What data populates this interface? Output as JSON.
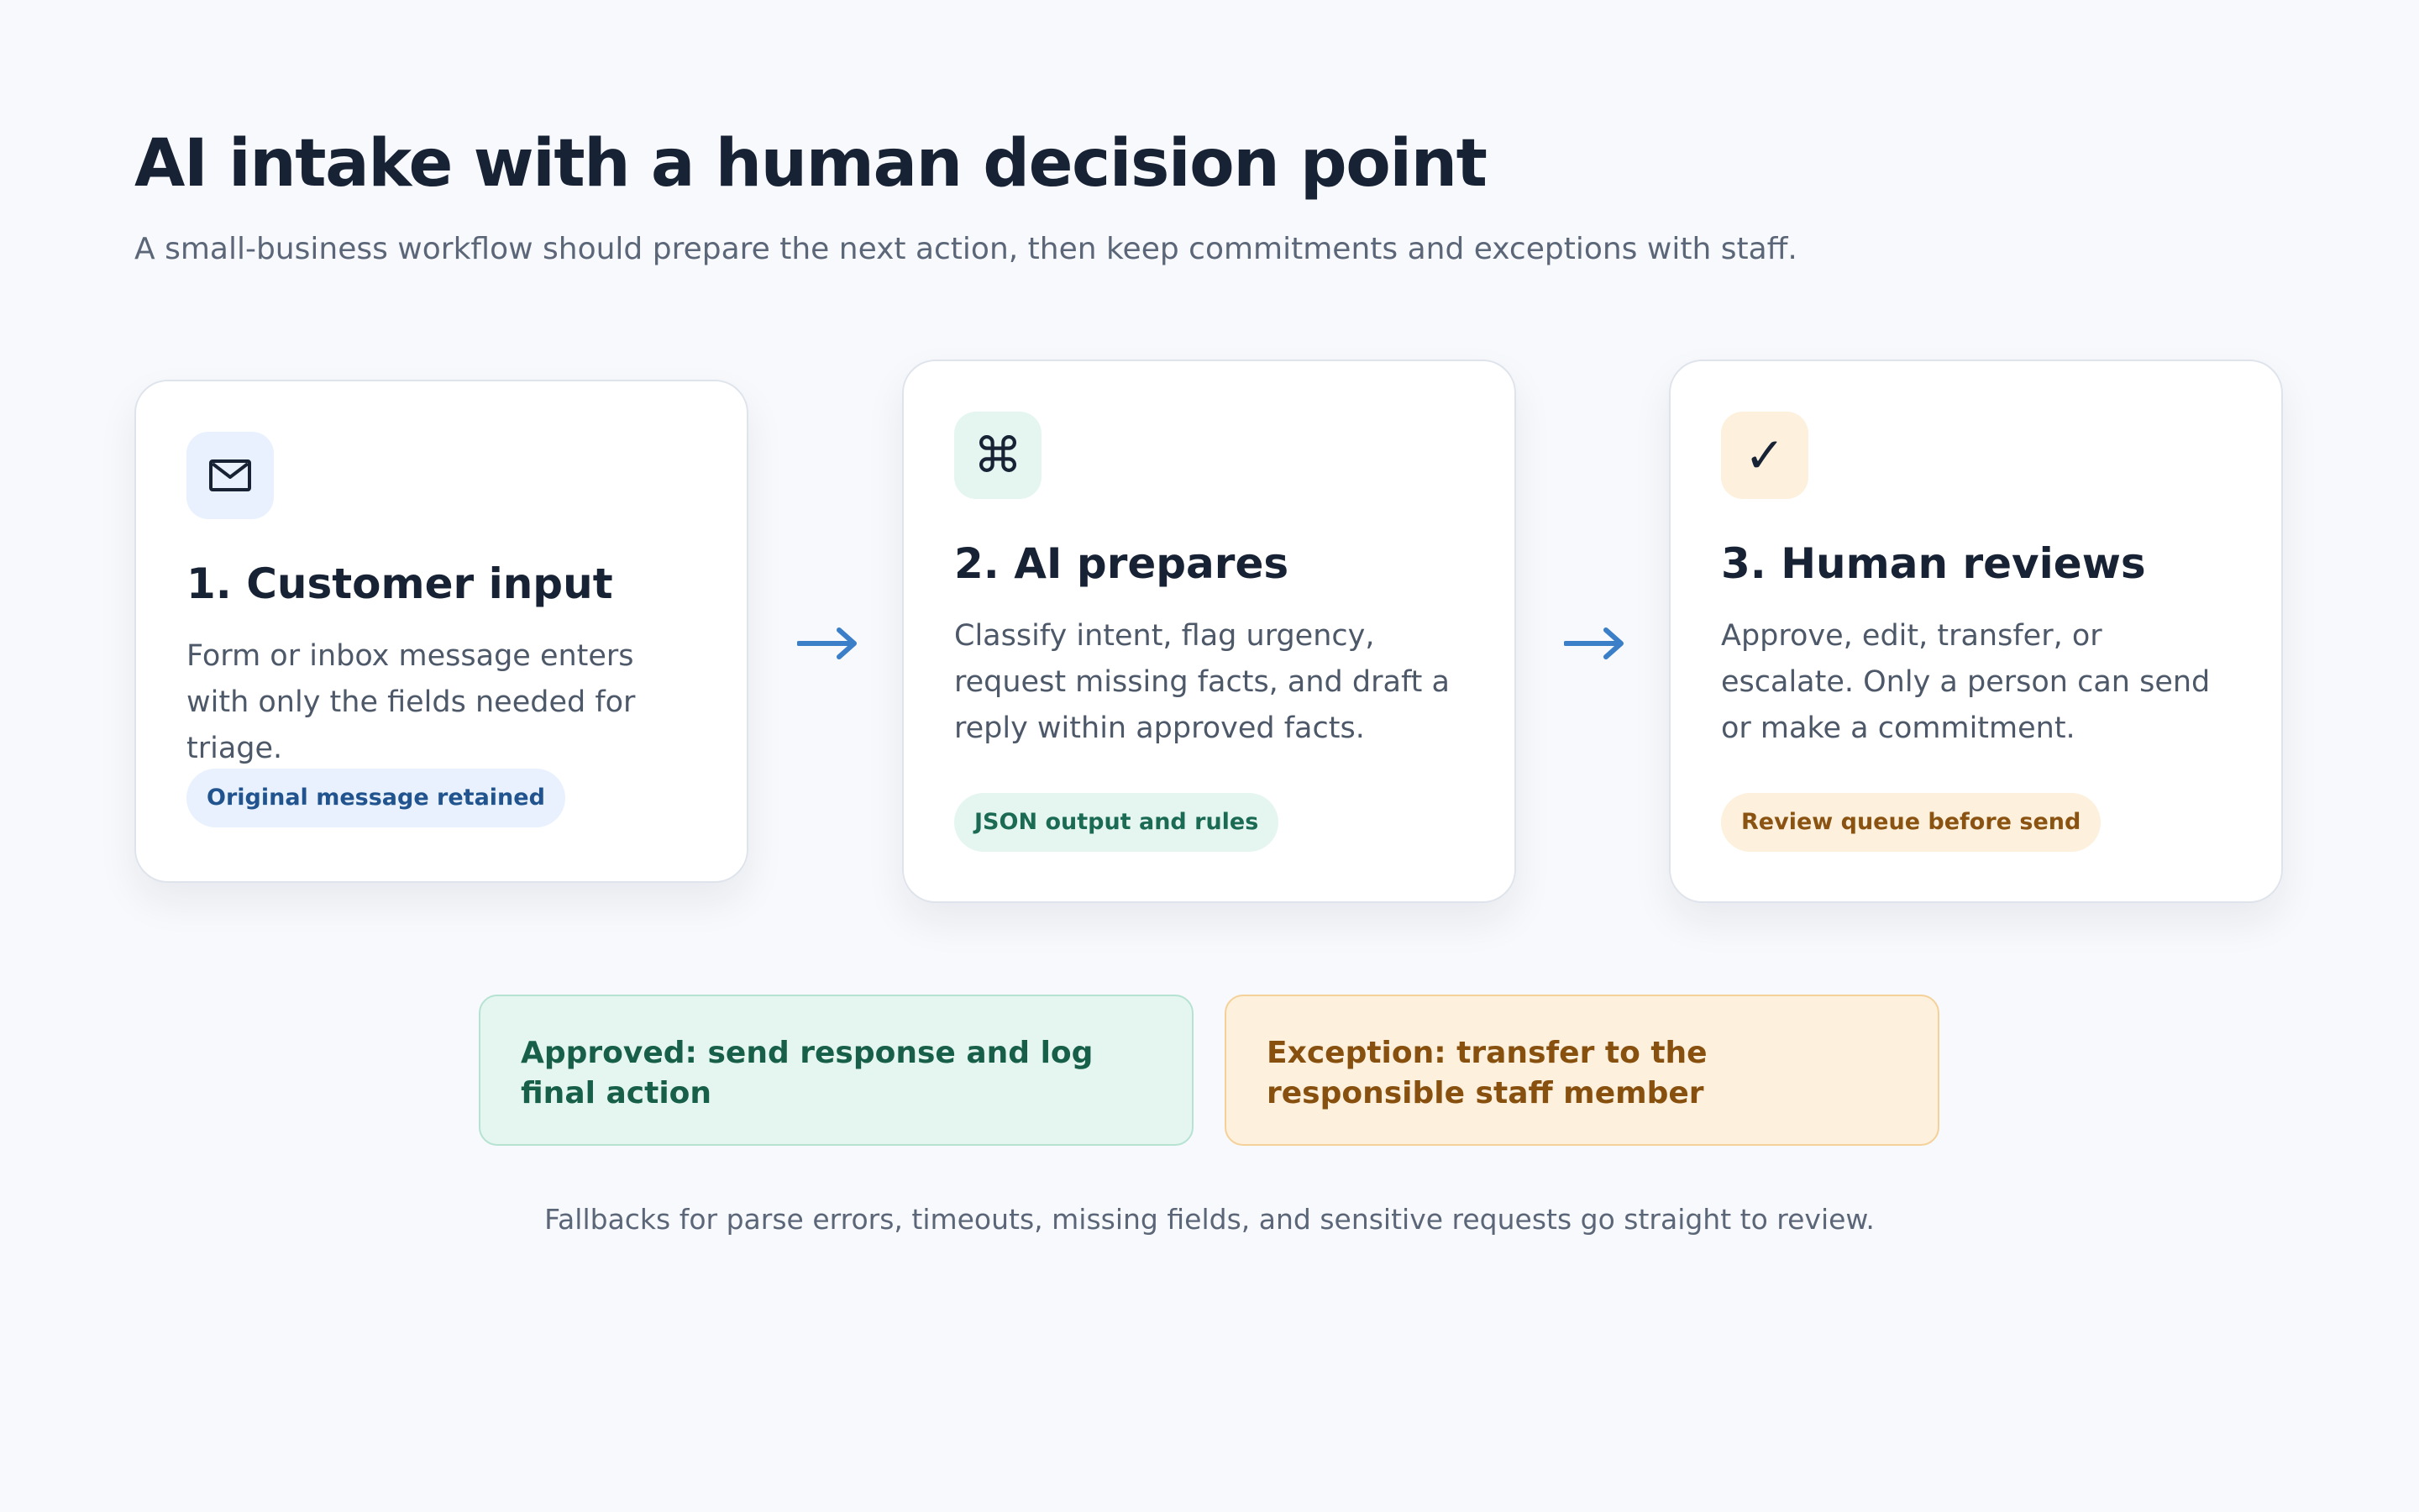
{
  "header": {
    "title": "AI intake with a human decision point",
    "subtitle": "A small-business workflow should prepare the next action, then keep commitments and exceptions with staff."
  },
  "steps": [
    {
      "icon": "envelope-icon",
      "icon_color": "#e8f1fd",
      "title": "1. Customer input",
      "description": "Form or inbox message enters with only the fields needed for triage.",
      "tag": "Original message retained",
      "tag_color": "#21548f"
    },
    {
      "icon": "command-icon",
      "icon_glyph": "⌘",
      "icon_color": "#e5f6f0",
      "title": "2. AI prepares",
      "description": "Classify intent, flag urgency, request missing facts, and draft a reply within approved facts.",
      "tag": "JSON output and rules",
      "tag_color": "#1b6a53"
    },
    {
      "icon": "checkmark-icon",
      "icon_glyph": "✓",
      "icon_color": "#fdf0dc",
      "title": "3. Human reviews",
      "description": "Approve, edit, transfer, or escalate. Only a person can send or make a commitment.",
      "tag": "Review queue before send",
      "tag_color": "#8a5312"
    }
  ],
  "connector": {
    "icon": "arrow-right-icon",
    "color": "#3a7fc7"
  },
  "outcomes": {
    "approved": "Approved: send response and log final action",
    "exception": "Exception: transfer to the responsible staff member"
  },
  "footnote": "Fallbacks for parse errors, timeouts, missing fields, and sensitive requests go straight to review."
}
